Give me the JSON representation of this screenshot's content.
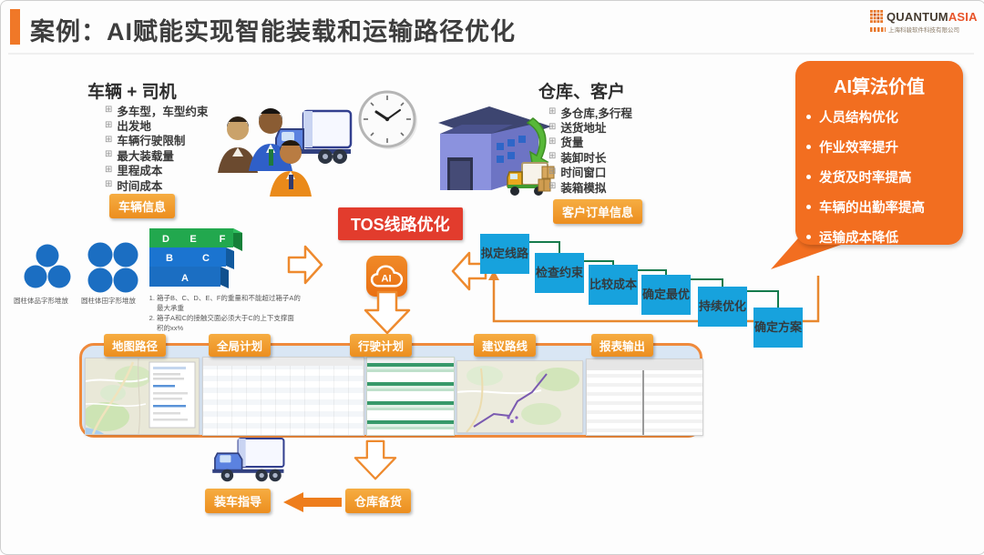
{
  "slide": {
    "title": "案例：AI赋能实现智能装载和运输路径优化"
  },
  "logo": {
    "brand": "QUANTUM",
    "brand_accent": "ASIA",
    "company": "上海科骏软件科技有限公司"
  },
  "icons": {
    "bullet": "⊞"
  },
  "vehicle": {
    "heading": "车辆 + 司机",
    "items": [
      "多车型，车型约束",
      "出发地",
      "车辆行驶限制",
      "最大装载量",
      "里程成本",
      "时间成本"
    ],
    "tag": "车辆信息"
  },
  "warehouse": {
    "heading": "仓库、客户",
    "items": [
      "多仓库,多行程",
      "送货地址",
      "货量",
      "装卸时长",
      "时间窗口",
      "装箱模拟"
    ],
    "tag": "客户订单信息"
  },
  "tos": {
    "label": "TOS线路优化",
    "ai": "AI"
  },
  "steps": [
    "拟定线路",
    "检查约束",
    "比较成本",
    "确定最优",
    "持续优化",
    "确定方案"
  ],
  "value_panel": {
    "title": "AI算法价值",
    "items": [
      "人员结构优化",
      "作业效率提升",
      "发货及时率提高",
      "车辆的出勤率提高",
      "运输成本降低"
    ]
  },
  "packing": {
    "pyramid_caption": "圆柱体品字形堆放",
    "grid_caption": "圆柱体田字形堆放",
    "stack_labels": {
      "a": "A",
      "b": "B",
      "c": "C",
      "d": "D",
      "e": "E",
      "f": "F"
    },
    "notes": [
      "箱子B、C、D、E、F的重量和不能超过箱子A的最大承重",
      "箱子A和C的接触交面必须大于C的上下支撑面积的xx%"
    ]
  },
  "outputs": [
    "地图路径",
    "全局计划",
    "行驶计划",
    "建议路线",
    "报表输出"
  ],
  "bottom_flow": {
    "loading_tag": "装车指导",
    "prep_tag": "仓库备货"
  },
  "colors": {
    "accent_orange": "#f07828",
    "tag_orange": "#f09a2e",
    "tos_red": "#e23c2d",
    "step_blue": "#17a2dd",
    "panel_orange": "#f26e20",
    "circle_blue": "#1b6ec2",
    "stack_green": "#22a84e",
    "connector_green": "#157a4c",
    "loop_orange": "#e8882f"
  }
}
